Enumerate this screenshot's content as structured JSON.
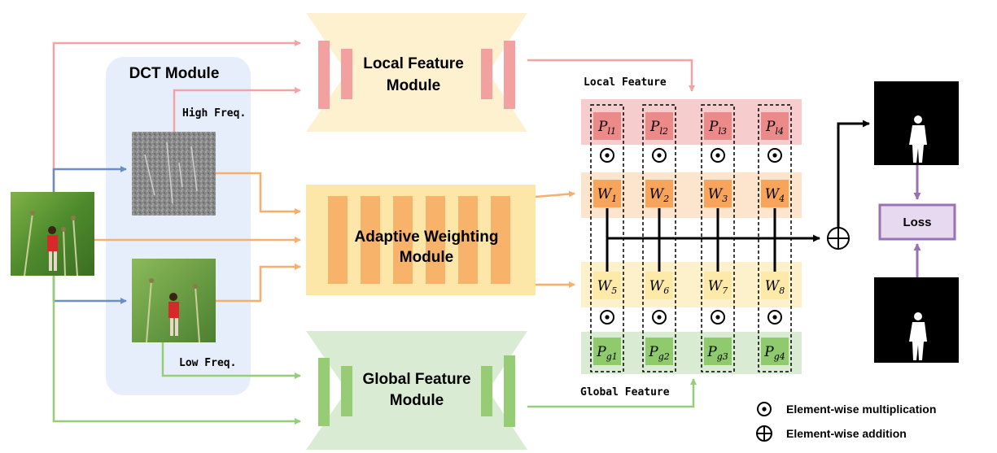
{
  "modules": {
    "dct": "DCT Module",
    "local_line1": "Local Feature",
    "local_line2": "Module",
    "adaptive_line1": "Adaptive Weighting",
    "adaptive_line2": "Module",
    "global_line1": "Global Feature",
    "global_line2": "Module"
  },
  "frequency": {
    "high": "High Freq.",
    "low": "Low Freq."
  },
  "features": {
    "local": "Local Feature",
    "global": "Global Feature"
  },
  "cells": {
    "local_parts": [
      {
        "base": "P",
        "sub": "l1"
      },
      {
        "base": "P",
        "sub": "l2"
      },
      {
        "base": "P",
        "sub": "l3"
      },
      {
        "base": "P",
        "sub": "l4"
      }
    ],
    "weights_top": [
      {
        "base": "W",
        "sub": "1"
      },
      {
        "base": "W",
        "sub": "2"
      },
      {
        "base": "W",
        "sub": "3"
      },
      {
        "base": "W",
        "sub": "4"
      }
    ],
    "weights_bottom": [
      {
        "base": "W",
        "sub": "5"
      },
      {
        "base": "W",
        "sub": "6"
      },
      {
        "base": "W",
        "sub": "7"
      },
      {
        "base": "W",
        "sub": "8"
      }
    ],
    "global_parts": [
      {
        "base": "P",
        "sub": "g1"
      },
      {
        "base": "P",
        "sub": "g2"
      },
      {
        "base": "P",
        "sub": "g3"
      },
      {
        "base": "P",
        "sub": "g4"
      }
    ]
  },
  "loss": "Loss",
  "legend": {
    "multiplication": "Element-wise multiplication",
    "addition": "Element-wise addition"
  },
  "colors": {
    "local_bg": "#fdf1d0",
    "local_bar": "#f2a0a0",
    "adaptive_bg": "#fde7a8",
    "adaptive_bar": "#f8b36a",
    "global_bg": "#d9ecd3",
    "global_bar": "#95cc74",
    "dct_bg": "#e6eefb",
    "pink_arrow": "#f4a3a3",
    "blue_arrow": "#6b8fc4",
    "orange_arrow": "#f6b06c",
    "green_arrow": "#96cd78",
    "purple": "#9a72b3",
    "loss_fill": "#e7daf0"
  }
}
